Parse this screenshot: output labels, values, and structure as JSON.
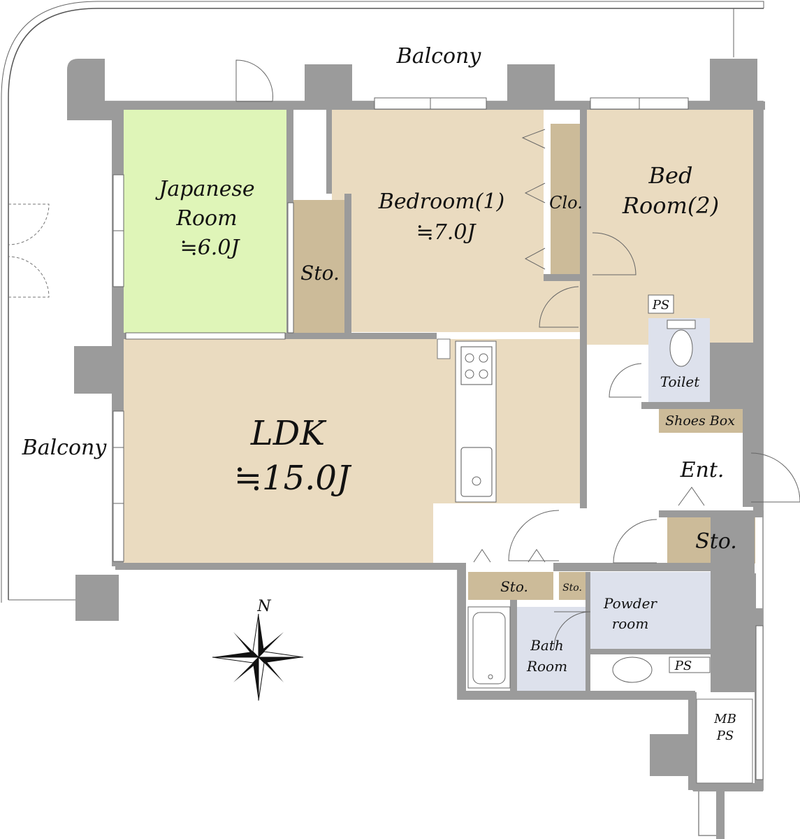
{
  "labels": {
    "balcony_top": "Balcony",
    "balcony_left": "Balcony",
    "japanese_room": [
      "Japanese",
      "Room",
      "≒6.0J"
    ],
    "bedroom1": [
      "Bedroom(1)",
      "≒7.0J"
    ],
    "bedroom2": [
      "Bed",
      "Room(2)"
    ],
    "closet": "Clo.",
    "storage_japanese": "Sto.",
    "ldk": [
      "LDK",
      "≒15.0J"
    ],
    "ps_top": "PS",
    "toilet": "Toilet",
    "shoes_box": "Shoes Box",
    "entrance": "Ent.",
    "storage_entrance": "Sto.",
    "storage_kitchen": "Sto.",
    "storage_small": "Sto.",
    "powder_room": [
      "Powder",
      "room"
    ],
    "bath_room": [
      "Bath",
      "Room"
    ],
    "ps_bottom": "PS",
    "mbps": [
      "MB",
      "PS"
    ],
    "compass_north": "N"
  },
  "colors": {
    "japanese_room": "#dff5b8",
    "tan_room": "#eadbc0",
    "storage": "#ccbb99",
    "wet_room": "#dde1ec",
    "wall": "#9b9b9b"
  }
}
